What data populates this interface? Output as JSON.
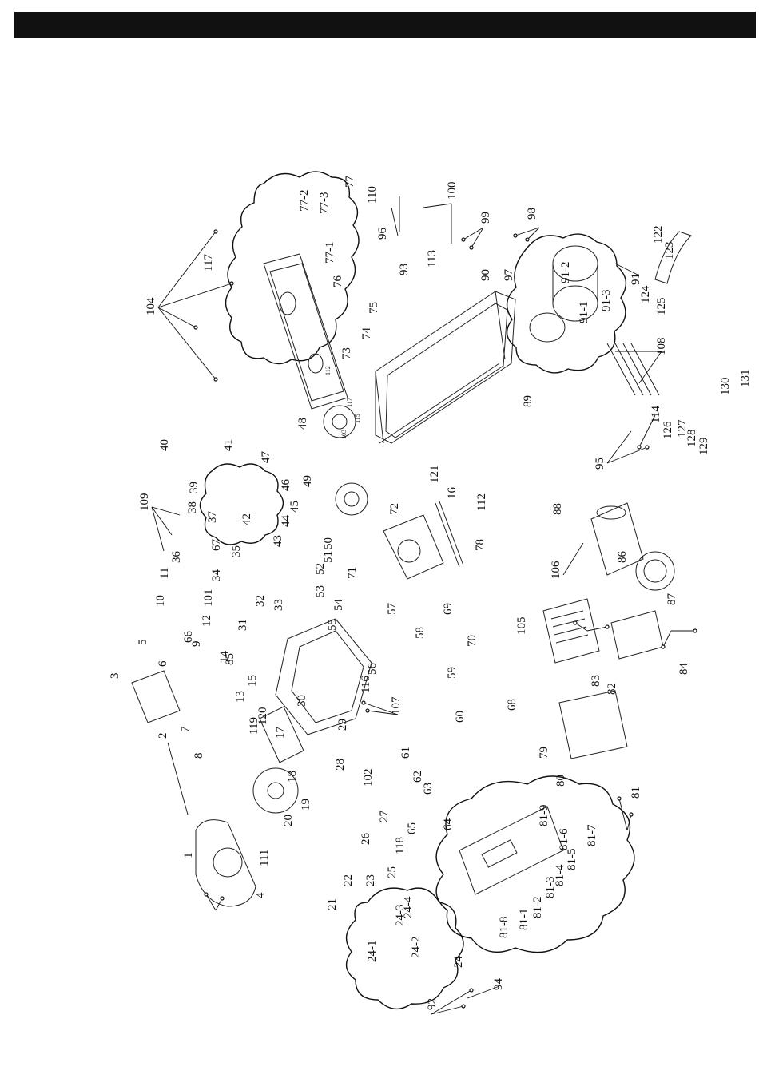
{
  "diagram": {
    "labels": [
      "1",
      "2",
      "3",
      "4",
      "5",
      "6",
      "7",
      "8",
      "9",
      "10",
      "11",
      "12",
      "13",
      "14",
      "15",
      "17",
      "18",
      "19",
      "20",
      "21",
      "22",
      "23",
      "24",
      "24-1",
      "24-2",
      "24-3",
      "24-4",
      "25",
      "26",
      "27",
      "28",
      "29",
      "30",
      "31",
      "32",
      "33",
      "34",
      "35",
      "36",
      "37",
      "38",
      "39",
      "40",
      "41",
      "42",
      "43",
      "44",
      "45",
      "46",
      "47",
      "48",
      "49",
      "50",
      "51",
      "52",
      "53",
      "54",
      "55",
      "56",
      "57",
      "58",
      "59",
      "60",
      "61",
      "62",
      "63",
      "64",
      "65",
      "66",
      "67",
      "68",
      "69",
      "70",
      "71",
      "72",
      "73",
      "74",
      "75",
      "76",
      "77",
      "77-1",
      "77-2",
      "77-3",
      "78",
      "79",
      "80",
      "81",
      "81-1",
      "81-2",
      "81-3",
      "81-4",
      "81-5",
      "81-6",
      "81-7",
      "81-8",
      "81-9",
      "82",
      "83",
      "84",
      "85",
      "86",
      "87",
      "88",
      "89",
      "90",
      "91",
      "91-1",
      "91-2",
      "91-3",
      "92",
      "93",
      "94",
      "95",
      "96",
      "97",
      "98",
      "99",
      "100",
      "101",
      "102",
      "104",
      "105",
      "106",
      "107",
      "108",
      "109",
      "110",
      "111",
      "112",
      "113",
      "114",
      "116",
      "117",
      "118",
      "119",
      "120",
      "121",
      "122",
      "123",
      "124",
      "125",
      "126",
      "127",
      "128",
      "129",
      "130",
      "131",
      "16",
      "103",
      "112",
      "115",
      "117"
    ]
  }
}
